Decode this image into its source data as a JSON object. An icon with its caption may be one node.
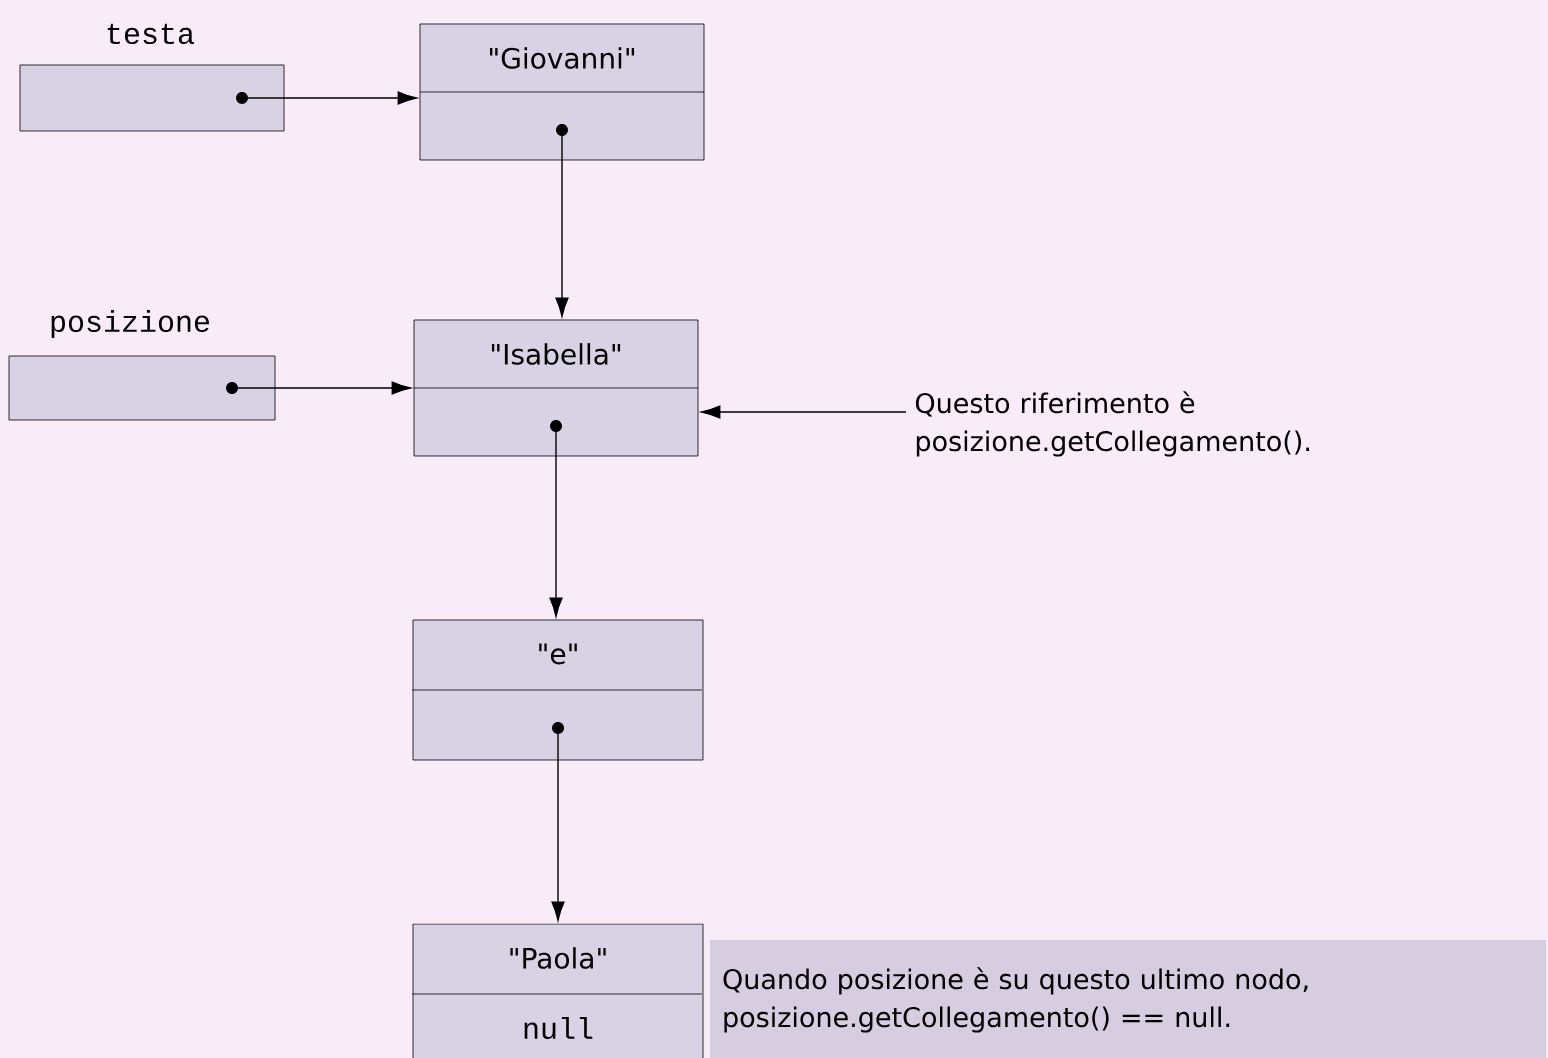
{
  "diagram": {
    "nodes": [
      {
        "text": [
          "testa"
        ]
      },
      {
        "text": [
          "\"Giovanni\""
        ]
      },
      {
        "text": [
          "posizione"
        ]
      },
      {
        "text": [
          "\"Isabella\""
        ]
      },
      {
        "text": [
          "Questo riferimento è posizione.getCollegamento()."
        ]
      },
      {
        "text": [
          "\"e\""
        ]
      },
      {
        "text": [
          "\"Paola\"",
          "null"
        ]
      },
      {
        "text": [
          "Quando posizione è su questo ultimo nodo, posizione.getCollegamento() == null."
        ]
      }
    ],
    "edges": [
      {
        "from": 0,
        "to": 1,
        "arrow": "to"
      },
      {
        "from": 1,
        "to": 3,
        "arrow": "to"
      },
      {
        "from": 2,
        "to": 3,
        "arrow": "to"
      },
      {
        "from": 4,
        "to": 3,
        "arrow": "to"
      },
      {
        "from": 3,
        "to": 5,
        "arrow": "to"
      },
      {
        "from": 5,
        "to": 6,
        "arrow": "to"
      }
    ]
  }
}
